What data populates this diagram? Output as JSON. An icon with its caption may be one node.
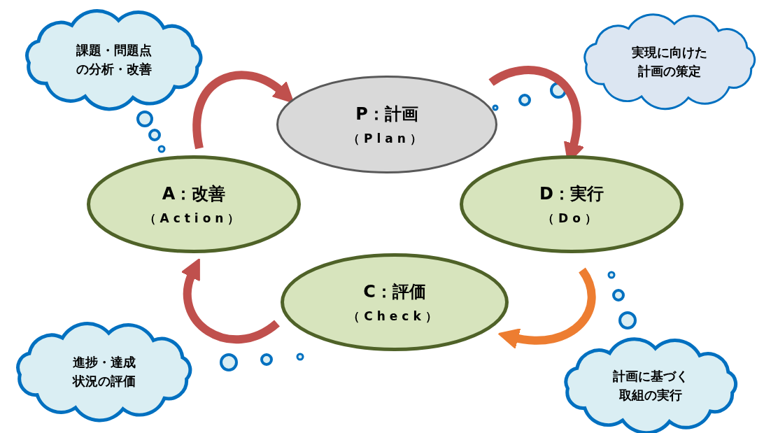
{
  "diagram": {
    "nodes": [
      {
        "text": [
          "課題・問題点の分析・改善"
        ]
      },
      {
        "text": [
          "実現に向けた計画の策定"
        ]
      },
      {
        "text": [
          "P：計画",
          "（Plan）"
        ]
      },
      {
        "text": [
          "A：改善",
          "（Action）"
        ]
      },
      {
        "text": [
          "D：実行",
          "（Do）"
        ]
      },
      {
        "text": [
          "C：評価",
          "（Check）"
        ]
      },
      {
        "text": [
          "進捗・達成状況の評価"
        ]
      },
      {
        "text": [
          "計画に基づく取組の実行"
        ]
      }
    ],
    "edges": [
      {
        "from": 3,
        "to": 2,
        "arrow": "to"
      },
      {
        "from": 2,
        "to": 4,
        "arrow": "to"
      },
      {
        "from": 4,
        "to": 5,
        "arrow": "to",
        "color": "#ed7d31"
      },
      {
        "from": 5,
        "to": 3,
        "arrow": "to"
      }
    ]
  }
}
